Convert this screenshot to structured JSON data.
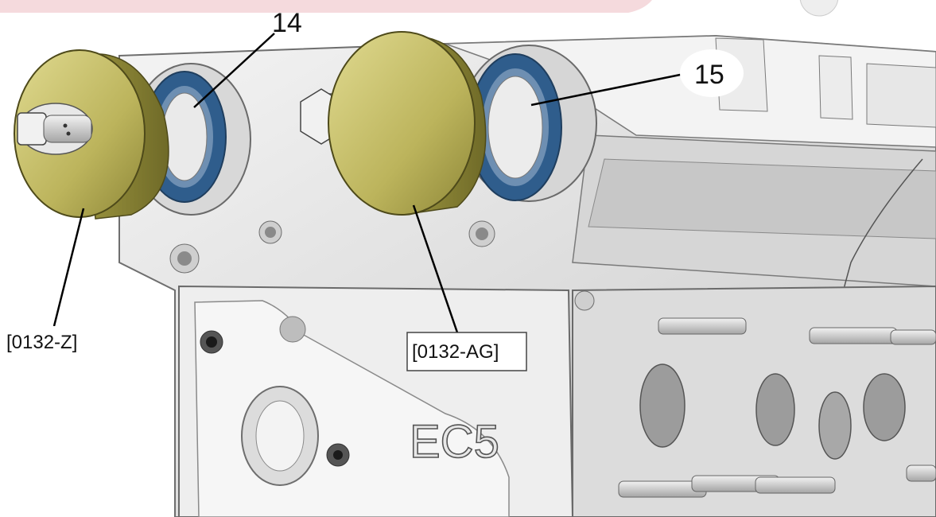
{
  "callouts": [
    {
      "id": "14",
      "text": "14"
    },
    {
      "id": "15",
      "text": "15"
    }
  ],
  "tool_labels": [
    {
      "id": "0132-Z",
      "text": "[0132-Z]"
    },
    {
      "id": "0132-AG",
      "text": "[0132-AG]"
    }
  ],
  "engine_marking": "EC5",
  "colors": {
    "tool_body": "#b9b25a",
    "tool_highlight": "#dcd68a",
    "seal_blue": "#2f5d8c",
    "metal_light": "#e9e9e9",
    "metal_mid": "#cfcfcf",
    "metal_dark": "#9a9a9a",
    "banner_pink": "#f5dadd"
  }
}
